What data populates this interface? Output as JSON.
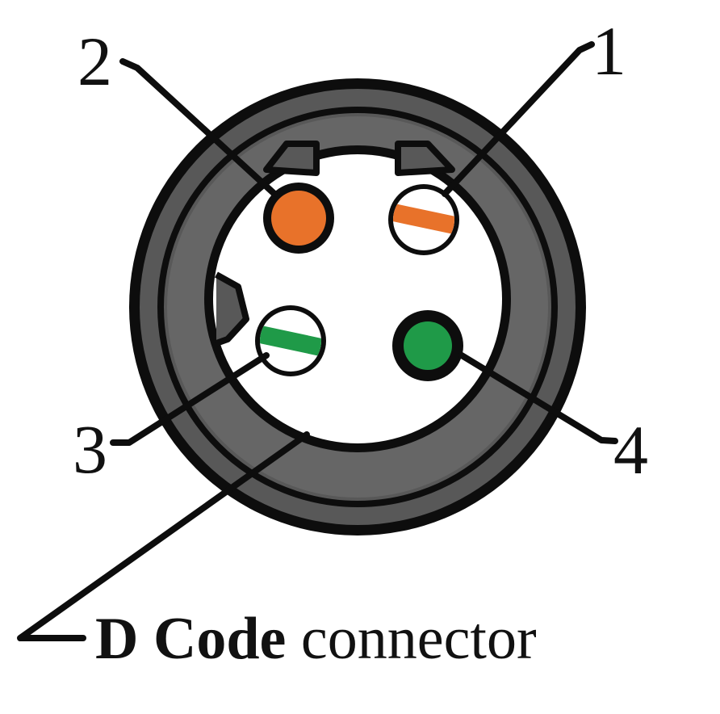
{
  "pins": [
    {
      "number": "1",
      "wire": "orange-white striped",
      "color": "#e8722a",
      "style": "stripe"
    },
    {
      "number": "2",
      "wire": "solid orange",
      "color": "#e8722a",
      "style": "solid"
    },
    {
      "number": "3",
      "wire": "green-white striped",
      "color": "#1f9a48",
      "style": "stripe"
    },
    {
      "number": "4",
      "wire": "solid green",
      "color": "#1f9a48",
      "style": "solid"
    }
  ],
  "caption": {
    "bold": "D Code",
    "regular": " connector"
  },
  "colors": {
    "housing": "#585858",
    "housing_inner": "#6a6a6a",
    "outline": "#0d0d0d",
    "face": "#ffffff"
  }
}
